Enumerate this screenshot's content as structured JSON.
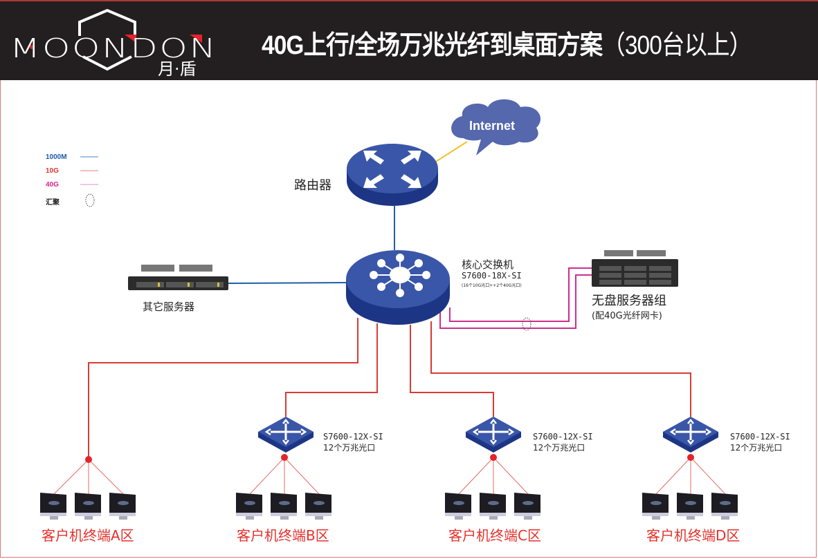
{
  "header": {
    "logo_text": "MOONDON",
    "logo_cn": "月·盾",
    "title_bold": "40G上行/全场万兆光纤到桌面方案",
    "title_thin": "（300台以上）"
  },
  "legend": [
    {
      "label": "1000M",
      "color": "#1a5aa6",
      "line_color": "#4b86c4"
    },
    {
      "label": "10G",
      "color": "#e3342f",
      "line_color": "#e77d7d"
    },
    {
      "label": "40G",
      "color": "#d7258e",
      "line_color": "#e08ec0"
    },
    {
      "label": "汇聚",
      "color": "#222222",
      "symbol": "dotted-ellipse"
    }
  ],
  "nodes": {
    "internet": {
      "label": "Internet"
    },
    "router": {
      "label": "路由器"
    },
    "core_switch": {
      "label": "核心交换机",
      "model": "S7600-18X-SI",
      "ports": "(16个10G光口++2个40G光口)"
    },
    "other_server": {
      "label": "其它服务器"
    },
    "diskless_servers": {
      "label": "无盘服务器组",
      "note": "(配40G光纤网卡)"
    },
    "access_switches": [
      {
        "model": "S7600-12X-SI",
        "ports": "12个万兆光口"
      },
      {
        "model": "S7600-12X-SI",
        "ports": "12个万兆光口"
      },
      {
        "model": "S7600-12X-SI",
        "ports": "12个万兆光口"
      }
    ],
    "zones": [
      {
        "label": "客户机终端A区"
      },
      {
        "label": "客户机终端B区"
      },
      {
        "label": "客户机终端C区"
      },
      {
        "label": "客户机终端D区"
      }
    ]
  },
  "colors": {
    "header_bg": "#231e1f",
    "device_blue": "#3a56a8",
    "device_dark": "#1d3585",
    "link_1000m": "#1f5da8",
    "link_10g": "#d93a33",
    "link_40g": "#cf2d8c",
    "link_internet": "#f2c12e",
    "zone_text": "#e5312c"
  }
}
